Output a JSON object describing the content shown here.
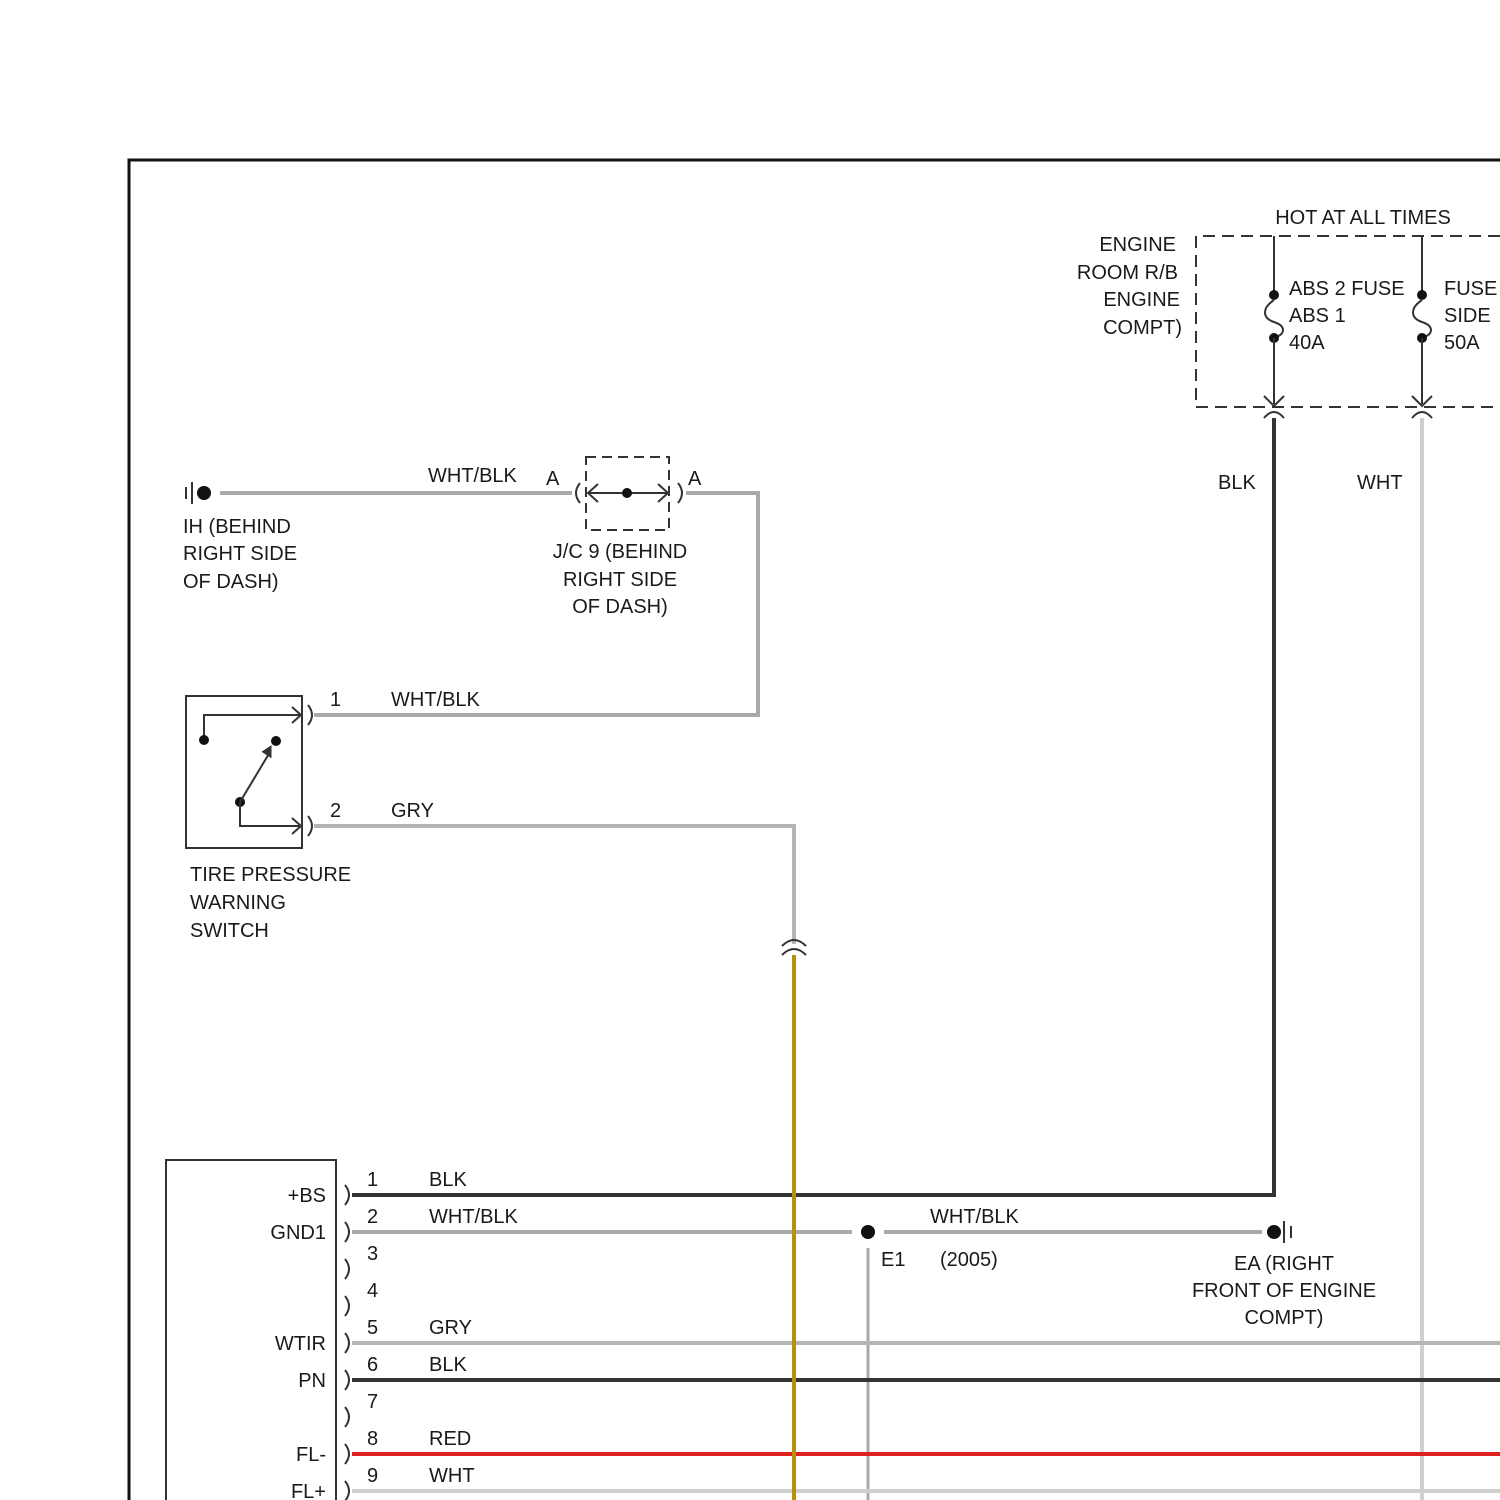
{
  "colors": {
    "frame": "#111111",
    "blk": "#333333",
    "wht": "#cfcfcf",
    "gry": "#b5b5b5",
    "whtblk": "#a9a9a9",
    "red": "#e02020",
    "gold": "#b8900a",
    "dash": "#333333"
  },
  "fuse_block": {
    "heading": "HOT AT ALL TIMES",
    "location": [
      "ENGINE",
      "ROOM R/B",
      "ENGINE",
      "COMPT)"
    ],
    "fuse1": [
      "ABS 2 FUSE",
      "ABS 1",
      "40A"
    ],
    "fuse2": [
      "FUSE",
      "SIDE",
      "50A"
    ]
  },
  "wires": {
    "fuse1_color": "BLK",
    "fuse2_color": "WHT",
    "ih_to_jc": "WHT/BLK",
    "switch_pin1": "WHT/BLK",
    "switch_pin2": "GRY",
    "e1_to_ea": "WHT/BLK"
  },
  "ground_ih": {
    "label": [
      "IH (BEHIND",
      "RIGHT SIDE",
      "OF DASH)"
    ]
  },
  "junction": {
    "pin_left": "A",
    "pin_right": "A",
    "label": [
      "J/C 9 (BEHIND",
      "RIGHT SIDE",
      "OF DASH)"
    ]
  },
  "switch": {
    "pin1": "1",
    "pin2": "2",
    "label": [
      "TIRE PRESSURE",
      "WARNING",
      "SWITCH"
    ]
  },
  "splice": {
    "name": "E1",
    "note": "(2005)"
  },
  "ground_ea": {
    "label": [
      "EA (RIGHT",
      "FRONT OF ENGINE",
      "COMPT)"
    ]
  },
  "module": {
    "pins": [
      {
        "num": "1",
        "term": "+BS",
        "wire": "BLK"
      },
      {
        "num": "2",
        "term": "GND1",
        "wire": "WHT/BLK"
      },
      {
        "num": "3",
        "term": "",
        "wire": ""
      },
      {
        "num": "4",
        "term": "",
        "wire": ""
      },
      {
        "num": "5",
        "term": "WTIR",
        "wire": "GRY"
      },
      {
        "num": "6",
        "term": "PN",
        "wire": "BLK"
      },
      {
        "num": "7",
        "term": "",
        "wire": ""
      },
      {
        "num": "8",
        "term": "FL-",
        "wire": "RED"
      },
      {
        "num": "9",
        "term": "FL+",
        "wire": "WHT"
      }
    ]
  }
}
